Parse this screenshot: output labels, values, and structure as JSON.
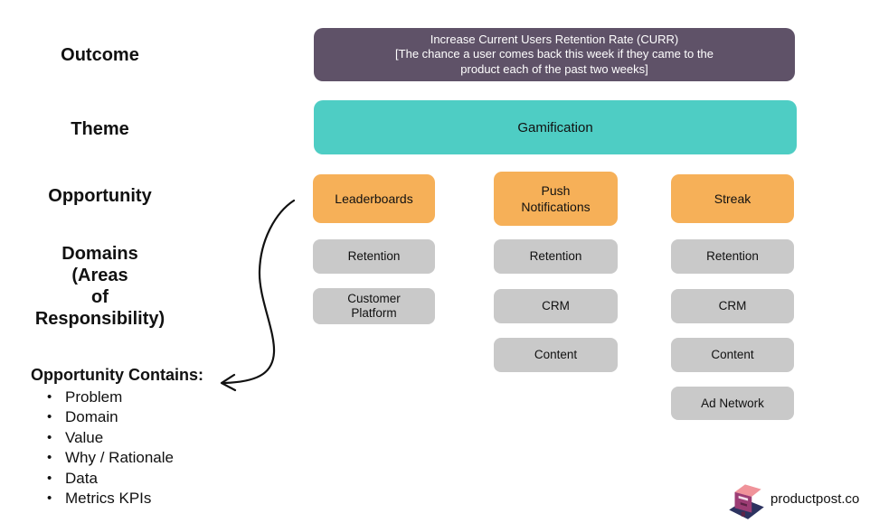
{
  "palette": {
    "outcome_bg": "#5f5268",
    "outcome_text": "#ffffff",
    "theme_bg": "#4ecdc4",
    "opportunity_bg": "#f6b058",
    "domain_bg": "#c9c9c9",
    "arrow": "#111111",
    "text": "#111111"
  },
  "row_labels": {
    "outcome": "Outcome",
    "theme": "Theme",
    "opportunity": "Opportunity",
    "domains_lines": [
      "Domains",
      "(Areas",
      "of",
      "Responsibility)"
    ]
  },
  "outcome": {
    "lines": [
      "Increase Current Users Retention Rate (CURR)",
      "[The chance a user comes back this week if they came to the",
      "product each of the past two weeks]"
    ]
  },
  "theme": {
    "label": "Gamification"
  },
  "opportunities": [
    {
      "label": "Leaderboards",
      "domains": [
        "Retention",
        "Customer Platform"
      ]
    },
    {
      "label": "Push Notifications",
      "domains": [
        "Retention",
        "CRM",
        "Content"
      ]
    },
    {
      "label": "Streak",
      "domains": [
        "Retention",
        "CRM",
        "Content",
        "Ad Network"
      ]
    }
  ],
  "legend": {
    "heading": "Opportunity Contains:",
    "items": [
      "Problem",
      "Domain",
      "Value",
      "Why / Rationale",
      "Data",
      "Metrics KPIs"
    ]
  },
  "footer": {
    "brand": "productpost.co"
  }
}
